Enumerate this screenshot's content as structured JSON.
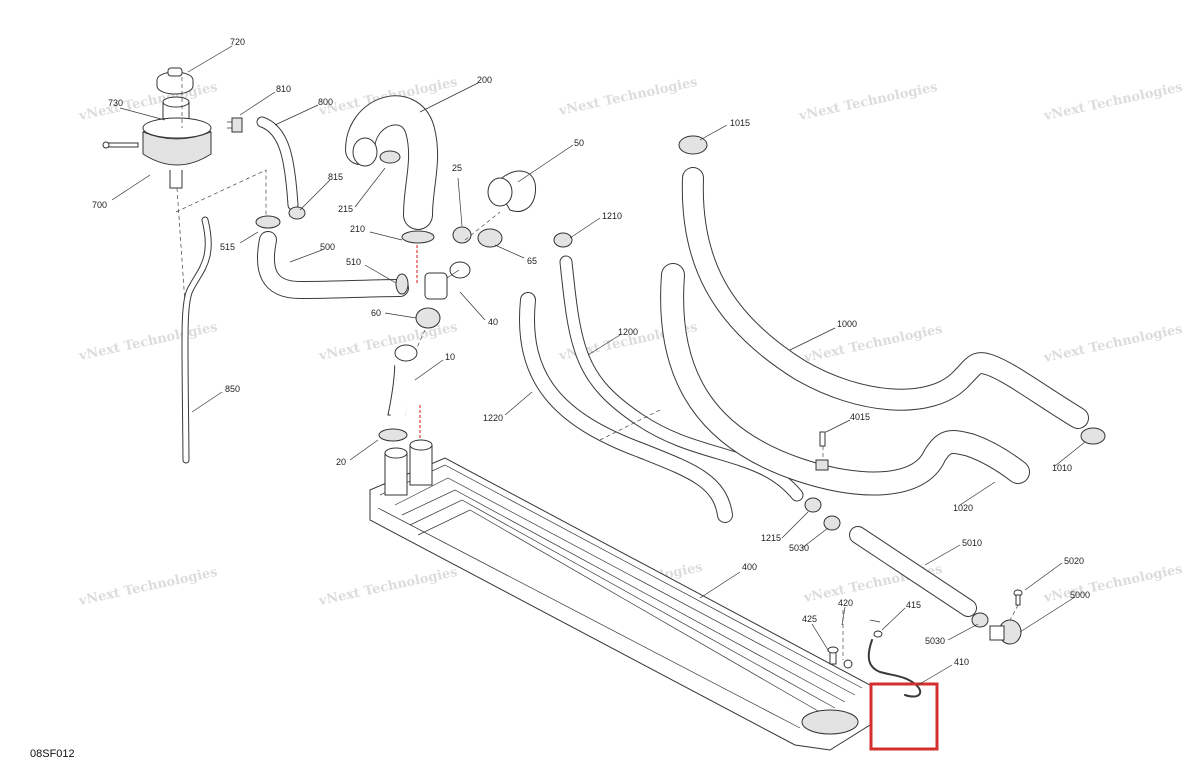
{
  "diagram_code": "08SF012",
  "watermark": {
    "line1": "vNext Technologies",
    "line2": "Technologies"
  },
  "callouts": {
    "p720": "720",
    "p730": "730",
    "p700": "700",
    "p810": "810",
    "p800": "800",
    "p815": "815",
    "p515": "515",
    "p500": "500",
    "p200": "200",
    "p215": "215",
    "p210": "210",
    "p510": "510",
    "p25": "25",
    "p50": "50",
    "p65": "65",
    "p60": "60",
    "p40": "40",
    "p10": "10",
    "p20": "20",
    "p850": "850",
    "p1015": "1015",
    "p1210": "1210",
    "p1200": "1200",
    "p1220": "1220",
    "p1000": "1000",
    "p4015": "4015",
    "p1010": "1010",
    "p1020": "1020",
    "p1215": "1215",
    "p5030a": "5030",
    "p5010": "5010",
    "p400": "400",
    "p5020": "5020",
    "p5000": "5000",
    "p425": "425",
    "p420": "420",
    "p415": "415",
    "p410": "410",
    "p5030b": "5030"
  },
  "highlight_color": "#d32f2f",
  "centerline_color": "#e53935"
}
